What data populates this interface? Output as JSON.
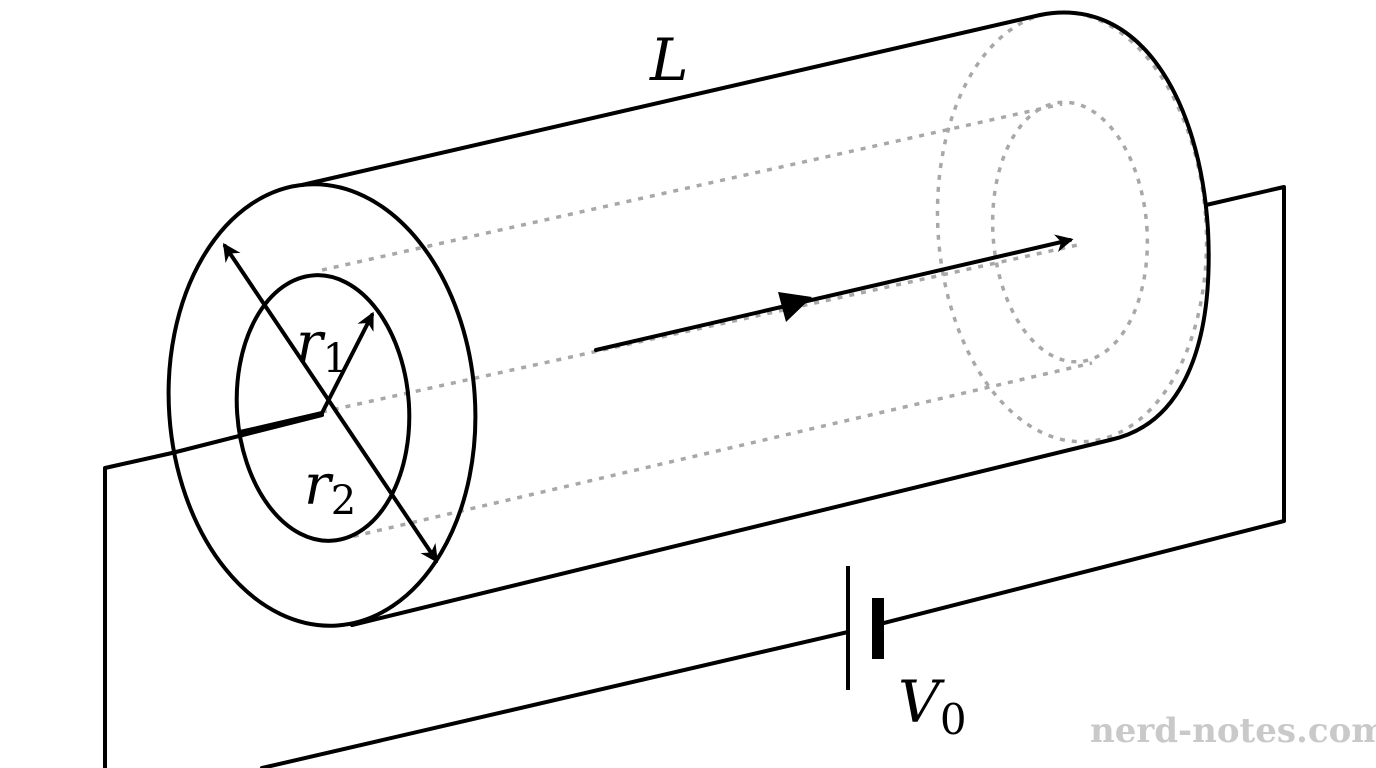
{
  "labels": {
    "length": "L",
    "inner_radius": {
      "symbol": "r",
      "subscript": "1"
    },
    "outer_radius": {
      "symbol": "r",
      "subscript": "2"
    },
    "voltage": {
      "symbol": "V",
      "subscript": "0"
    }
  },
  "watermark": "nerd-notes.com",
  "colors": {
    "outline": "#000000",
    "hidden_edges": "#a8a8a8",
    "watermark": "#c9c9c9"
  },
  "components": [
    "hollow-cylinder",
    "battery",
    "circuit-wire",
    "current-arrow"
  ]
}
